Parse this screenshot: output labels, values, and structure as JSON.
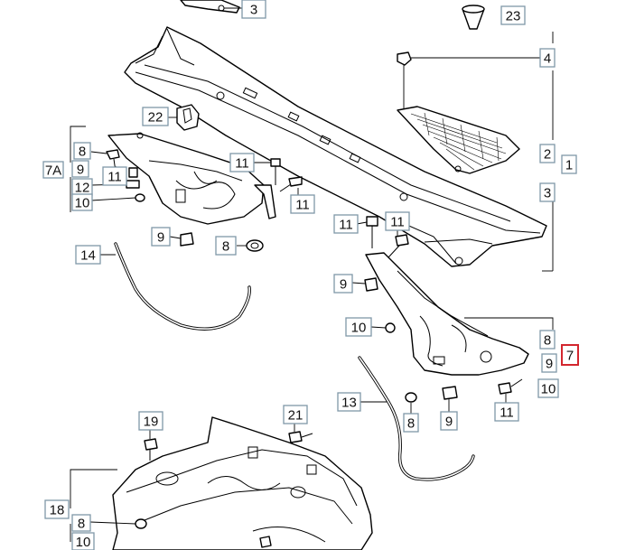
{
  "diagram": {
    "callouts": [
      {
        "id": "c3-top",
        "label": "3"
      },
      {
        "id": "c23",
        "label": "23"
      },
      {
        "id": "c4",
        "label": "4"
      },
      {
        "id": "c22",
        "label": "22"
      },
      {
        "id": "c8-left",
        "label": "8"
      },
      {
        "id": "c7a",
        "label": "7A"
      },
      {
        "id": "c9-left",
        "label": "9"
      },
      {
        "id": "c12",
        "label": "12"
      },
      {
        "id": "c10-left",
        "label": "10"
      },
      {
        "id": "c11-a",
        "label": "11"
      },
      {
        "id": "c11-b",
        "label": "11"
      },
      {
        "id": "c11-c",
        "label": "11"
      },
      {
        "id": "c2",
        "label": "2"
      },
      {
        "id": "c1",
        "label": "1"
      },
      {
        "id": "c3-right",
        "label": "3"
      },
      {
        "id": "c11-d",
        "label": "11"
      },
      {
        "id": "c11-e",
        "label": "11"
      },
      {
        "id": "c9-mid",
        "label": "9"
      },
      {
        "id": "c8-mid",
        "label": "8"
      },
      {
        "id": "c14",
        "label": "14"
      },
      {
        "id": "c9-b",
        "label": "9"
      },
      {
        "id": "c10-mid",
        "label": "10"
      },
      {
        "id": "c8-right",
        "label": "8"
      },
      {
        "id": "c7",
        "label": "7"
      },
      {
        "id": "c9-right",
        "label": "9"
      },
      {
        "id": "c10-right",
        "label": "10"
      },
      {
        "id": "c13",
        "label": "13"
      },
      {
        "id": "c8-low",
        "label": "8"
      },
      {
        "id": "c9-low",
        "label": "9"
      },
      {
        "id": "c11-low",
        "label": "11"
      },
      {
        "id": "c19",
        "label": "19"
      },
      {
        "id": "c21",
        "label": "21"
      },
      {
        "id": "c18",
        "label": "18"
      },
      {
        "id": "c8-bottom",
        "label": "8"
      },
      {
        "id": "c10-bottom",
        "label": "10"
      }
    ]
  }
}
